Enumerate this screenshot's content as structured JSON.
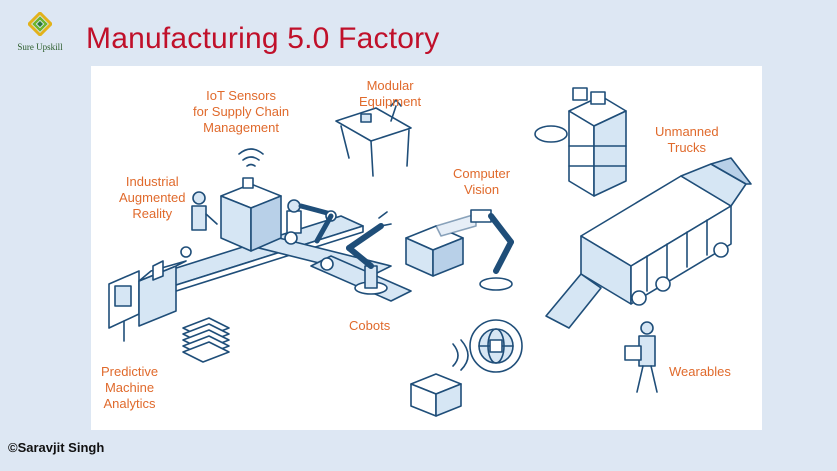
{
  "logo": {
    "text": "Sure Upskill",
    "icon": "diamond-logo-icon",
    "colors": [
      "#e2b21a",
      "#6fb52c",
      "#2b7a3a"
    ]
  },
  "title": "Manufacturing 5.0 Factory",
  "labels": {
    "iot": "IoT Sensors\nfor Supply Chain\nManagement",
    "modular": "Modular\nEquipment",
    "augmented": "Industrial\nAugmented\nReality",
    "vision": "Computer\nVision",
    "trucks": "Unmanned\nTrucks",
    "cobots": "Cobots",
    "predictive": "Predictive\nMachine\nAnalytics",
    "wearables": "Wearables"
  },
  "footer": {
    "copyright": "©Saravjit Singh"
  },
  "colors": {
    "accent": "#e06a2c",
    "title": "#c0102a",
    "line": "#1f4e79",
    "fill": "#d6e6f4",
    "background": "#dde7f3"
  }
}
